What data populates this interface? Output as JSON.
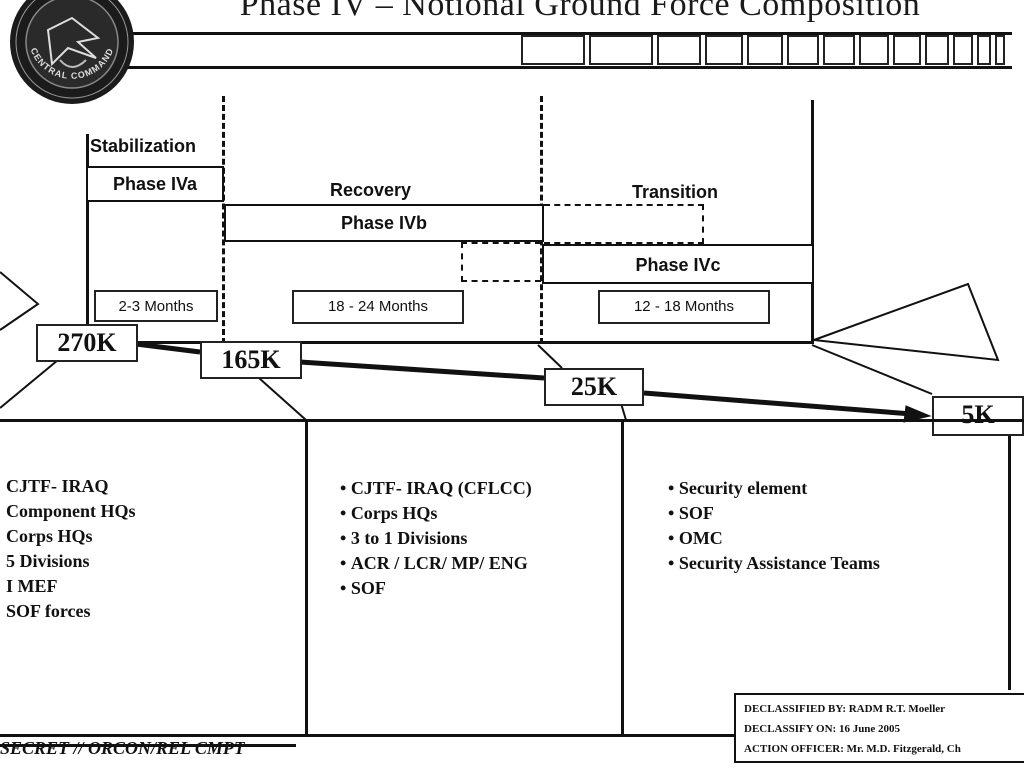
{
  "title": "Phase IV – Notional Ground Force Composition",
  "seal_text": "CENTRAL COMMAND",
  "phases": [
    {
      "group": "Stabilization",
      "name": "Phase IVa",
      "duration": "2-3 Months"
    },
    {
      "group": "Recovery",
      "name": "Phase IVb",
      "duration": "18 - 24 Months"
    },
    {
      "group": "Transition",
      "name": "Phase IVc",
      "duration": "12 - 18 Months"
    }
  ],
  "force_levels": [
    "270K",
    "165K",
    "25K",
    "5K"
  ],
  "force_lists": [
    {
      "bulleted": false,
      "items": [
        "CJTF- IRAQ",
        "Component HQs",
        "Corps HQs",
        "5 Divisions",
        "I MEF",
        "SOF forces"
      ]
    },
    {
      "bulleted": true,
      "items": [
        "CJTF- IRAQ (CFLCC)",
        "Corps HQs",
        "3 to 1 Divisions",
        "ACR / LCR/ MP/ ENG",
        "SOF"
      ]
    },
    {
      "bulleted": true,
      "items": [
        "Security element",
        "SOF",
        "OMC",
        "Security Assistance Teams"
      ]
    }
  ],
  "declassification": {
    "by": "DECLASSIFIED BY:  RADM R.T. Moeller",
    "on": "DECLASSIFY ON: 16 June 2005",
    "officer": "ACTION OFFICER: Mr. M.D. Fitzgerald, Ch"
  },
  "classification_marking": "SECRET // ORCON/REL CMPT"
}
